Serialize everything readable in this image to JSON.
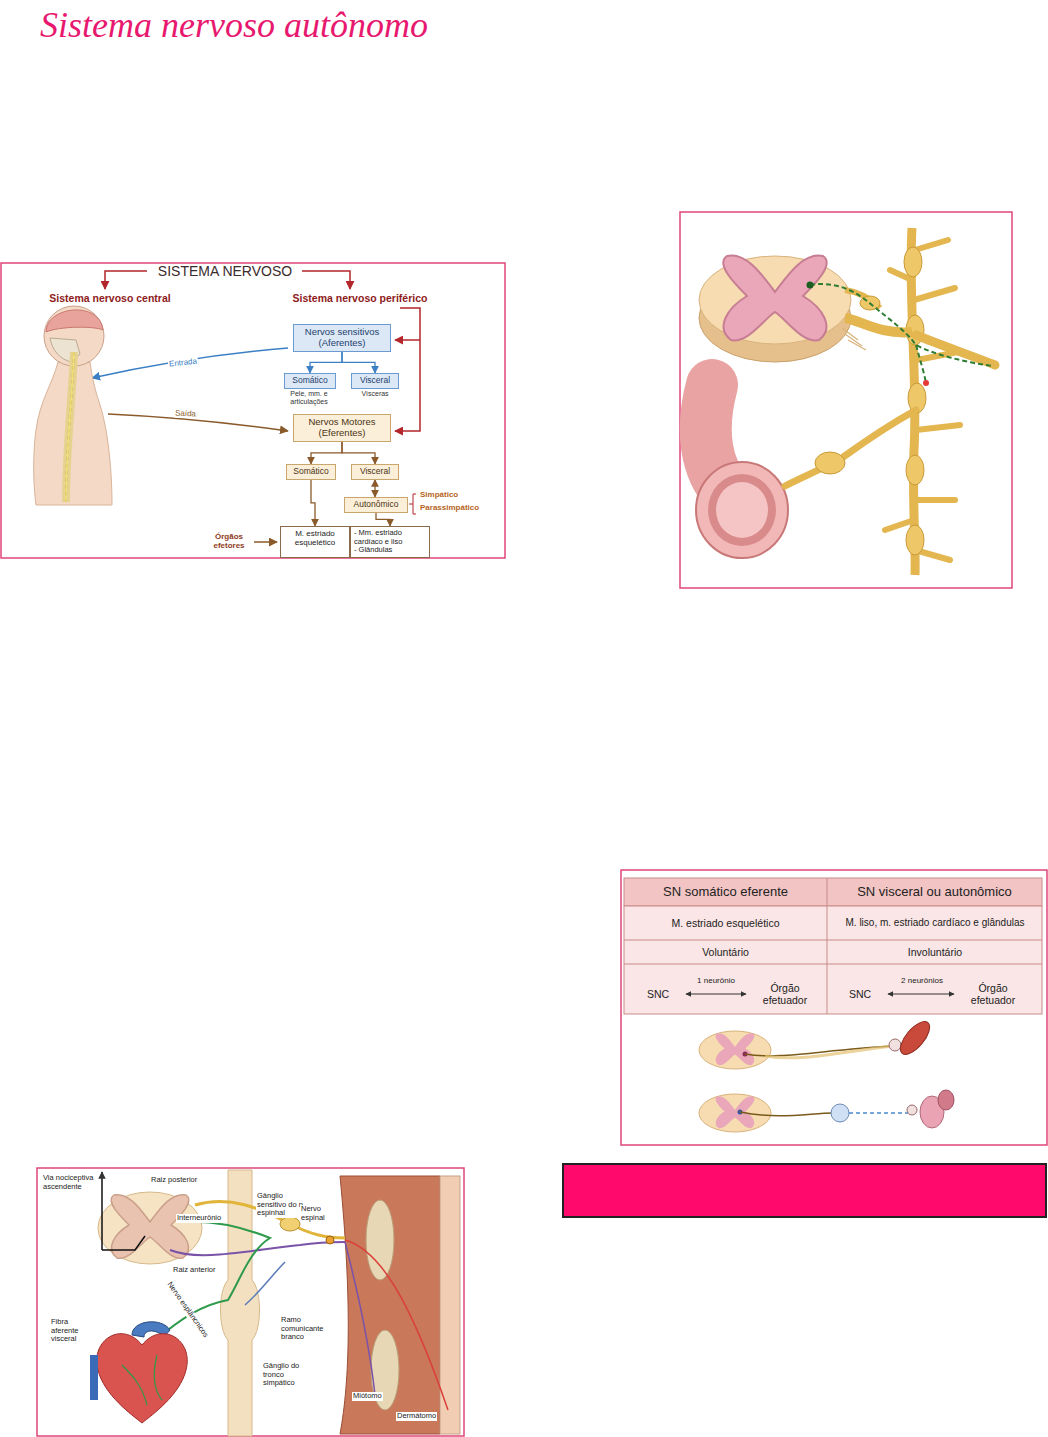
{
  "diagram": {
    "title": "Sistema nervoso autônomo",
    "nodes": [
      {
        "text": [
          "Nervos sensitivos (Aferentes)"
        ]
      },
      {
        "text": [
          "Somático"
        ]
      },
      {
        "text": [
          "Visceral"
        ]
      },
      {
        "text": [
          "Nervos Motores (Eferentes)"
        ]
      },
      {
        "text": [
          "Somático"
        ]
      },
      {
        "text": [
          "Visceral"
        ]
      },
      {
        "text": [
          "Autonômico"
        ]
      },
      {
        "text": [
          "M. estriado esquelético"
        ]
      },
      {
        "text": [
          "- Mm. estriado cardíaco e liso",
          "- Glândulas"
        ]
      }
    ],
    "edges": [
      {
        "from": 0,
        "to": 1,
        "arrow": "to"
      },
      {
        "from": 0,
        "to": 2,
        "arrow": "to"
      },
      {
        "from": 3,
        "to": 4,
        "arrow": "to"
      },
      {
        "from": 3,
        "to": 5,
        "arrow": "to"
      },
      {
        "from": 5,
        "to": 6,
        "arrow": "both"
      },
      {
        "from": 4,
        "to": 7,
        "arrow": "to"
      },
      {
        "from": 6,
        "to": 8,
        "arrow": "to"
      }
    ],
    "labels": [
      "SISTEMA NERVOSO",
      "Sistema nervoso central",
      "Sistema nervoso periférico",
      "Entrada",
      "Saída",
      "Pele, mm. e articulações",
      "Vísceras",
      "Simpático",
      "Parassimpático",
      "Órgãos efetores",
      "SN somático eferente",
      "SN visceral ou autonômico",
      "M. estriado esquelético",
      "M. liso, m. estriado cardíaco e glândulas",
      "Voluntário",
      "Involuntário",
      "SNC",
      "1 neurônio",
      "Órgão efetuador",
      "SNC",
      "2 neurônios",
      "Órgão efetuador",
      "Via nociceptiva ascendente",
      "Raiz posterior",
      "Gânglio sensitivo do n. espinhal",
      "Nervo espinal",
      "Interneurônio",
      "Raiz anterior",
      "Nervo esplâncnicos",
      "Fibra aferente visceral",
      "Ramo comunicante branco",
      "Gânglio do tronco simpático",
      "Miótomo",
      "Dermátomo"
    ]
  }
}
